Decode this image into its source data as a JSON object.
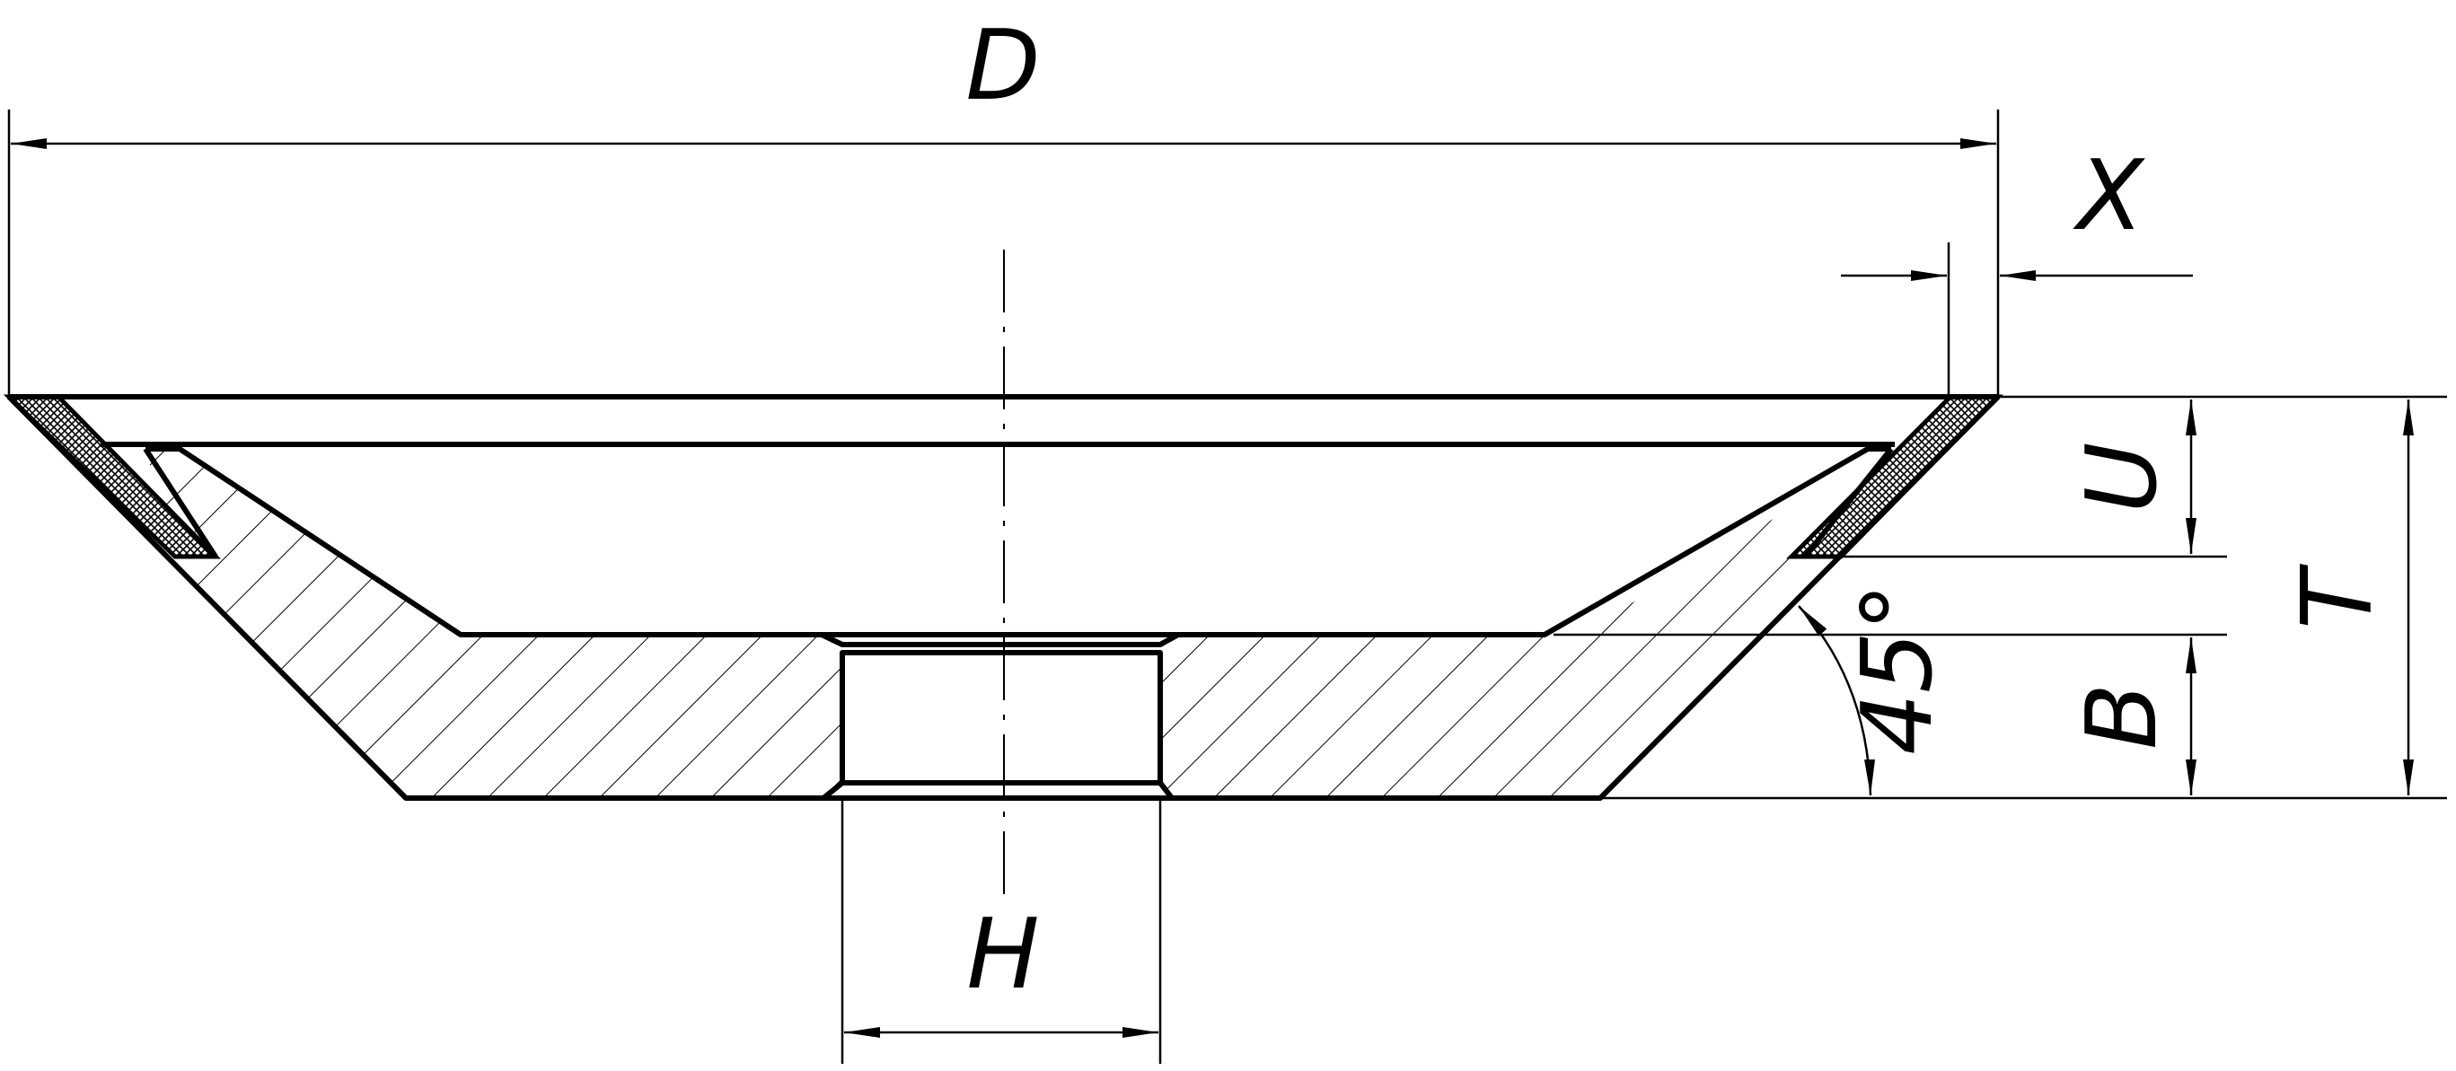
{
  "labels": {
    "D": "D",
    "X": "X",
    "U": "U",
    "T": "T",
    "B": "B",
    "H": "H",
    "angle": "45°"
  },
  "colors": {
    "line": "#000000",
    "background": "#ffffff",
    "abrasive_fill": "#ffffff"
  }
}
